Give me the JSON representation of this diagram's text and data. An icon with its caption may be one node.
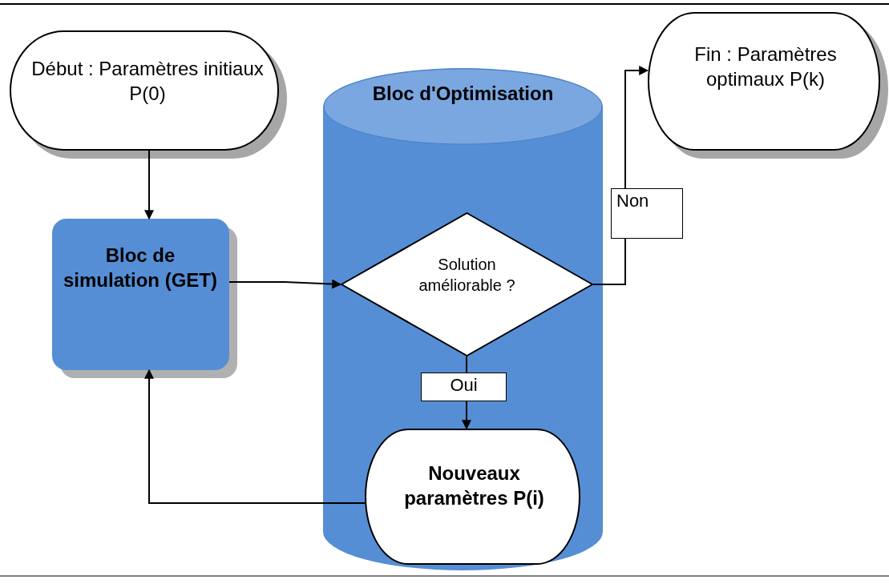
{
  "diagram": {
    "nodes": [
      {
        "text": [
          "Début : Paramètres initiaux P(0)"
        ]
      },
      {
        "text": [
          "Bloc de simulation (GET)"
        ]
      },
      {
        "text": [
          "Bloc d'Optimisation"
        ]
      },
      {
        "text": [
          "Solution améliorable ?"
        ],
        "in": 2
      },
      {
        "text": [
          "Nouveaux paramètres P(i)"
        ],
        "in": 2
      },
      {
        "text": [
          "Fin : Paramètres optimaux P(k)"
        ]
      }
    ],
    "edges": [
      {
        "from": 0,
        "to": 1,
        "arrow": "to"
      },
      {
        "from": 1,
        "to": 3,
        "arrow": "to"
      },
      {
        "from": 3,
        "to": 5,
        "arrow": "to",
        "label": "Non"
      },
      {
        "from": 3,
        "to": 4,
        "arrow": "to",
        "label": "Oui"
      },
      {
        "from": 4,
        "to": 1,
        "arrow": "to"
      }
    ]
  }
}
